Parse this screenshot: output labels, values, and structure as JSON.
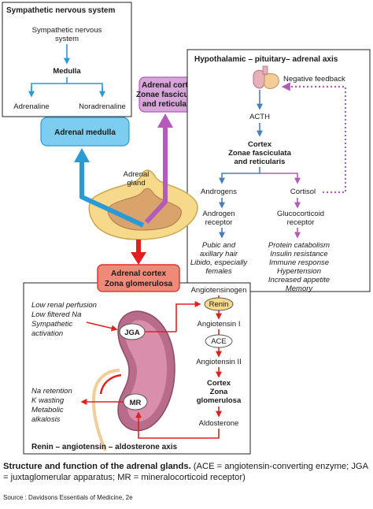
{
  "sympathetic_box": {
    "title": "Sympathetic nervous system",
    "source_label_line1": "Sympathetic nervous",
    "source_label_line2": "system",
    "medulla": "Medulla",
    "adrenaline": "Adrenaline",
    "noradrenaline": "Noradrenaline"
  },
  "adrenal_medulla_box": "Adrenal medulla",
  "cortex_fr_box": {
    "line1": "Adrenal cortex",
    "line2": "Zonae fasciculata",
    "line3": "and reticularis"
  },
  "gland_label": {
    "line1": "Adrenal",
    "line2": "gland"
  },
  "zona_glom_box": {
    "line1": "Adrenal cortex",
    "line2": "Zona glomerulosa"
  },
  "hpa_box": {
    "title": "Hypothalamic – pituitary– adrenal axis",
    "negative_feedback": "Negative feedback",
    "acth": "ACTH",
    "cortex_line1": "Cortex",
    "cortex_line2": "Zonae fasciculata",
    "cortex_line3": "and reticularis",
    "androgens": "Androgens",
    "cortisol": "Cortisol",
    "androgen_receptor_line1": "Androgen",
    "androgen_receptor_line2": "receptor",
    "gluco_receptor_line1": "Glucocorticoid",
    "gluco_receptor_line2": "receptor",
    "androgen_effects": [
      "Pubic and",
      "axillary hair",
      "Libido, especially",
      "females"
    ],
    "cortisol_effects": [
      "Protein catabolism",
      "Insulin resistance",
      "Immune response",
      "Hypertension",
      "Increased appetite",
      "Memory"
    ]
  },
  "raa_box": {
    "title": "Renin – angiotensin – aldosterone axis",
    "stimuli": [
      "Low renal perfusion",
      "Low filtered Na",
      "Sympathetic",
      "activation"
    ],
    "jga": "JGA",
    "mr": "MR",
    "effects": [
      "Na retention",
      "K wasting",
      "Metabolic",
      "alkalosis"
    ],
    "angiotensinogen": "Angiotensinogen",
    "renin": "Renin",
    "angiotensin1": "Angiotensin I",
    "ace": "ACE",
    "angiotensin2": "Angiotensin II",
    "cortex_line1": "Cortex",
    "cortex_line2": "Zona",
    "cortex_line3": "glomerulosa",
    "aldosterone": "Aldosterone"
  },
  "caption": {
    "bold": "Structure and function of the adrenal glands.",
    "normal": " (ACE = angiotensin-converting enzyme; JGA = juxtaglomerular apparatus; MR = mineralocorticoid receptor)"
  },
  "source": "Source : Davidsons Essentials of Medicine, 2e",
  "colors": {
    "blue_arrow": "#2a9ad6",
    "purple_arrow": "#b25bb8",
    "red_arrow": "#e02020",
    "medulla_box": "#7dcdf0",
    "cortex_box": "#d7a6d8",
    "glom_box": "#f08a78",
    "gland_outer": "#f6d98a",
    "gland_inner": "#d9a36c",
    "kidney": "#b96b8a",
    "steel_blue": "#4a7fb8"
  }
}
